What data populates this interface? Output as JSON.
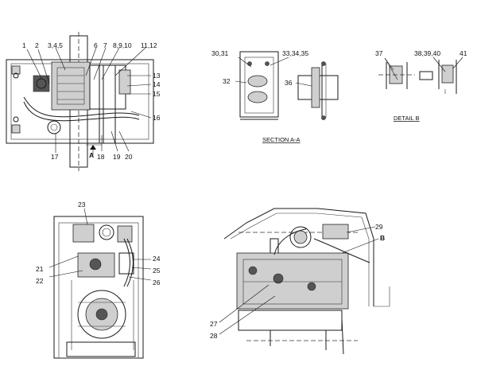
{
  "callouts": {
    "c1": "1",
    "c2": "2",
    "c3": "3,4,5",
    "c6": "6",
    "c7": "7",
    "c8": "8,9,10",
    "c11": "11,12",
    "c13": "13",
    "c14": "14",
    "c15": "15",
    "c16": "16",
    "c17": "17",
    "c18": "18",
    "c19": "19",
    "c20": "20",
    "cA": "A",
    "c21": "21",
    "c22": "22",
    "c23": "23",
    "c24": "24",
    "c25": "25",
    "c26": "26",
    "c27": "27",
    "c28": "28",
    "c29": "29",
    "cB": "B",
    "c30": "30,31",
    "c32": "32",
    "c33": "33,34,35",
    "c36": "36",
    "c37": "37",
    "c38": "38,39,40",
    "c41": "41"
  },
  "captions": {
    "section": "SECTION A-A",
    "detail": "DETAIL B"
  }
}
